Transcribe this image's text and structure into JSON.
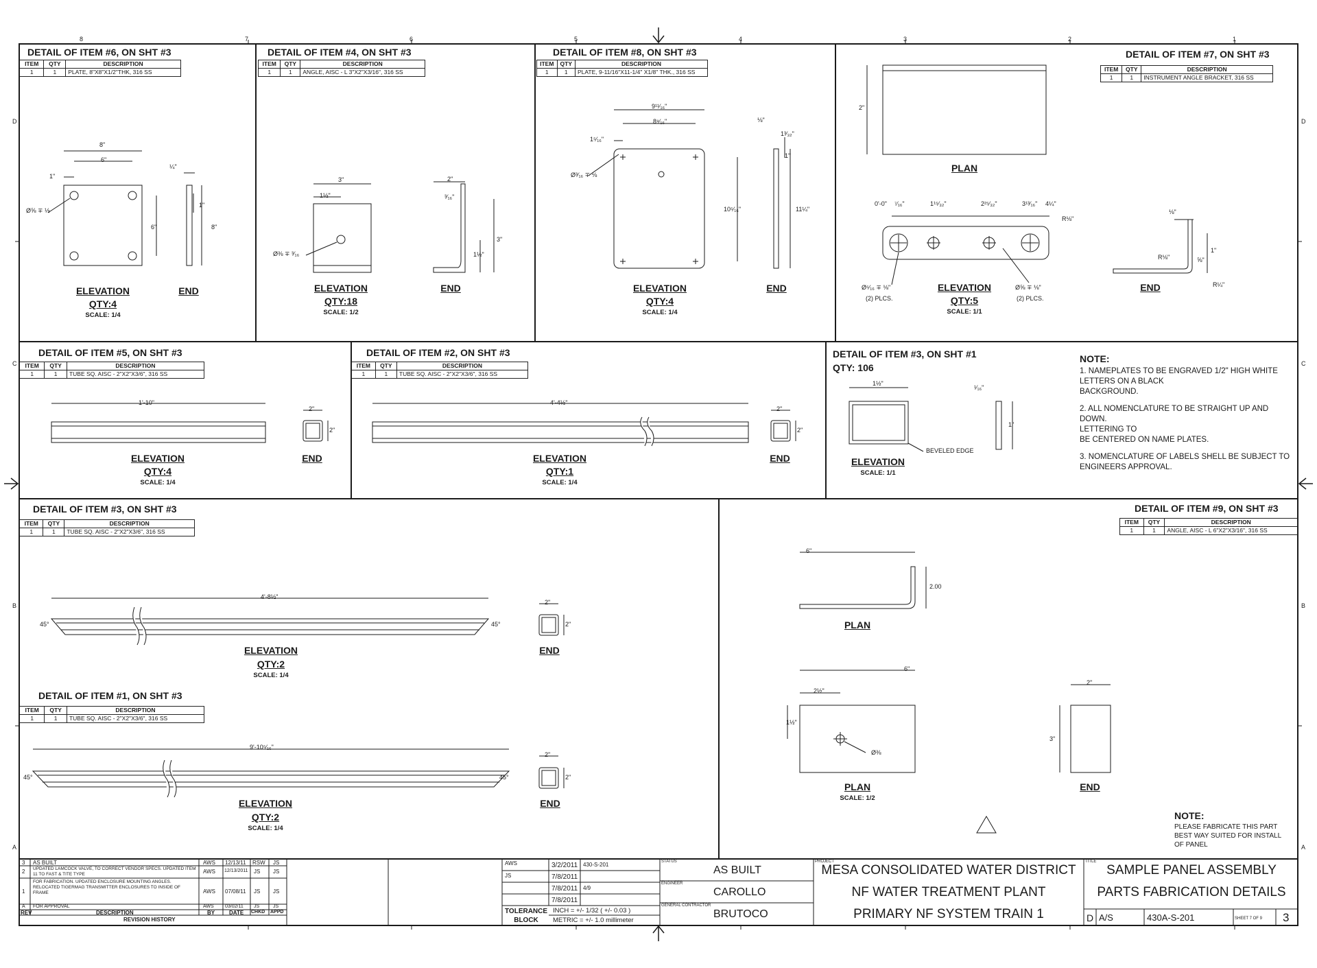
{
  "zone_marks": {
    "columns": [
      "8",
      "7",
      "6",
      "5",
      "4",
      "3",
      "2",
      "1"
    ],
    "rows": [
      "D",
      "C",
      "B",
      "A"
    ]
  },
  "table_headers": {
    "item": "ITEM",
    "qty": "QTY",
    "description": "DESCRIPTION"
  },
  "panels": {
    "item6": {
      "title": "DETAIL OF ITEM #6, ON SHT #3",
      "row": {
        "item": "1",
        "qty": "1",
        "description": "PLATE, 8\"X8\"X1/2\"THK, 316 SS"
      },
      "elevation": "ELEVATION",
      "qty": "QTY:4",
      "scale": "SCALE: 1/4",
      "end": "END",
      "dims": {
        "w8": "8\"",
        "w6": "6\"",
        "d1": "1\"",
        "hole": "Ø⅝ ∓ ½",
        "h6": "6\"",
        "h8": "8\"",
        "t": "¼\"",
        "e1": "1\""
      }
    },
    "item4": {
      "title": "DETAIL OF ITEM #4, ON SHT #3",
      "row": {
        "item": "1",
        "qty": "1",
        "description": "ANGLE, AISC - L 3\"X2\"X3/16\", 316 SS"
      },
      "elevation": "ELEVATION",
      "qty": "QTY:18",
      "scale": "SCALE: 1/2",
      "end": "END",
      "dims": {
        "w3": "3\"",
        "w15": "1½\"",
        "hole": "Ø⅜ ∓ ³⁄₁₆",
        "e2": "2\"",
        "t": "³⁄₁₆\"",
        "e3": "3\"",
        "e15": "1½\""
      }
    },
    "item8": {
      "title": "DETAIL OF ITEM #8, ON SHT #3",
      "row": {
        "item": "1",
        "qty": "1",
        "description": "PLATE, 9-11/16\"X11-1/4\" X1/8\" THK., 316 SS"
      },
      "elevation": "ELEVATION",
      "qty": "QTY:4",
      "scale": "SCALE: 1/4",
      "end": "END",
      "dims": {
        "w1": "9¹¹⁄₁₆\"",
        "w2": "8⁹⁄₁₆\"",
        "d1": "1⁵⁄₁₆\"",
        "hole": "Ø³⁄₁₆ ∓ ⅛",
        "h1": "10⁵⁄₁₆\"",
        "t": "⅛\"",
        "e1": "1³⁄₃₂\"",
        "e2": "1\"",
        "h2": "11¼\""
      }
    },
    "item7": {
      "title": "DETAIL OF ITEM #7, ON SHT #3",
      "row": {
        "item": "1",
        "qty": "1",
        "description": "INSTRUMENT ANGLE BRACKET, 316 SS"
      },
      "plan": "PLAN",
      "elevation": "ELEVATION",
      "qty": "QTY:5",
      "scale": "SCALE: 1/1",
      "end": "END",
      "dims": {
        "h2": "2\"",
        "d0": "0'-0\"",
        "d1": "⁷⁄₁₆\"",
        "d2": "1¹⁵⁄₃₂\"",
        "d3": "2²⁵⁄₃₂\"",
        "d4": "3¹³⁄₁₆\"",
        "d5": "4¼\"",
        "r1": "R⅛\"",
        "hole1": "Ø⁵⁄₁₆ ∓ ⅛\"",
        "plcs": "(2) PLCS.",
        "hole2": "Ø⅝ ∓ ⅛\"",
        "plcs2": "(2) PLCS.",
        "e1": "⅛\"",
        "e2": "1\"",
        "e3": "⅝\"",
        "r2": "R⅛\"",
        "r3": "R¼\""
      }
    },
    "item5": {
      "title": "DETAIL OF ITEM #5, ON SHT #3",
      "row": {
        "item": "1",
        "qty": "1",
        "description": "TUBE SQ. AISC - 2\"X2\"X3/6\", 316 SS"
      },
      "elevation": "ELEVATION",
      "qty": "QTY:4",
      "scale": "SCALE: 1/4",
      "end": "END",
      "dims": {
        "len": "1'-10\"",
        "w": "2\"",
        "h": "2\""
      }
    },
    "item2": {
      "title": "DETAIL OF ITEM #2, ON SHT #3",
      "row": {
        "item": "1",
        "qty": "1",
        "description": "TUBE SQ. AISC - 2\"X2\"X3/6\", 316 SS"
      },
      "elevation": "ELEVATION",
      "qty": "QTY:1",
      "scale": "SCALE: 1/4",
      "end": "END",
      "dims": {
        "len": "4'-4½\"",
        "w": "2\"",
        "h": "2\""
      }
    },
    "item3a": {
      "title": "DETAIL OF ITEM #3, ON SHT #1",
      "qty_line": "QTY: 106",
      "elevation": "ELEVATION",
      "scale": "SCALE: 1/1",
      "dims": {
        "w": "1½\"",
        "t": "¹⁄₁₆\"",
        "h": "1\"",
        "bevel": "BEVELED EDGE"
      }
    },
    "notes": {
      "heading": "NOTE:",
      "lines": [
        "1. NAMEPLATES TO BE ENGRAVED 1/2\" HIGH WHITE",
        "LETTERS ON A BLACK",
        "BACKGROUND.",
        "",
        "2. ALL NOMENCLATURE TO BE STRAIGHT UP AND DOWN.",
        "LETTERING TO",
        "BE CENTERED ON NAME PLATES.",
        "",
        "3. NOMENCLATURE OF LABELS SHELL BE SUBJECT TO",
        "ENGINEERS APPROVAL."
      ]
    },
    "item3b": {
      "title": "DETAIL OF ITEM #3, ON SHT #3",
      "row": {
        "item": "1",
        "qty": "1",
        "description": "TUBE SQ. AISC - 2\"X2\"X3/6\", 316 SS"
      },
      "elevation": "ELEVATION",
      "qty": "QTY:2",
      "scale": "SCALE: 1/4",
      "end": "END",
      "dims": {
        "len": "4'-8½\"",
        "a1": "45°",
        "a2": "45°",
        "w": "2\"",
        "h": "2\""
      }
    },
    "item1": {
      "title": "DETAIL OF ITEM #1, ON SHT #3",
      "row": {
        "item": "1",
        "qty": "1",
        "description": "TUBE SQ. AISC - 2\"X2\"X3/6\", 316 SS"
      },
      "elevation": "ELEVATION",
      "qty": "QTY:2",
      "scale": "SCALE: 1/4",
      "end": "END",
      "dims": {
        "len": "9'-10⁵⁄₁₆\"",
        "a1": "45°",
        "a2": "45°",
        "w": "2\"",
        "h": "2\""
      }
    },
    "item9": {
      "title": "DETAIL OF ITEM #9, ON SHT #3",
      "row": {
        "item": "1",
        "qty": "1",
        "description": "ANGLE, AISC - L 6\"X2\"X3/16\", 316 SS"
      },
      "plan1": "PLAN",
      "plan2": "PLAN",
      "scale": "SCALE: 1/2",
      "end": "END",
      "dims": {
        "w6": "6\"",
        "h200": "2.00",
        "w6b": "6\"",
        "d25": "2½\"",
        "d15": "1½\"",
        "hole": "Ø⅜",
        "h3": "3\"",
        "w2": "2\""
      },
      "note_heading": "NOTE:",
      "note_lines": [
        "PLEASE FABRICATE THIS PART",
        "BEST WAY SUITED FOR INSTALL",
        "OF PANEL"
      ]
    }
  },
  "revisions": {
    "rows": [
      {
        "rev": "3",
        "desc": "AS BUILT",
        "by": "AWS",
        "date": "12/13/11",
        "chkd": "RSW",
        "appd": "JS"
      },
      {
        "rev": "2",
        "desc": "UPDATED LAMCOCK VALVE, TO CORRECT VENDOR SPECS. UPDATED ITEM 11 TO FAST & TITE TYPE",
        "by": "AWS",
        "date": "12/13/2011",
        "chkd": "JS",
        "appd": "JS"
      },
      {
        "rev": "1",
        "desc": "FOR FABRICATION. UPDATED ENCLOSURE MOUNTING ANGLES. RELOCATED TIGERMAG TRANSMITTER ENCLOSURES TO INSIDE OF FRAME",
        "by": "AWS",
        "date": "07/08/11",
        "chkd": "JS",
        "appd": "JS"
      },
      {
        "rev": "A",
        "desc": "FOR APPROVAL",
        "by": "AWS",
        "date": "03/02/11",
        "chkd": "JS",
        "appd": "JS"
      }
    ],
    "headers": {
      "rev": "REV",
      "desc": "DESCRIPTION",
      "by": "BY",
      "date": "DATE",
      "chkd": "CHKD",
      "appd": "APPD"
    },
    "caption": "REVISION HISTORY"
  },
  "title_block": {
    "dates": [
      "3/2/2011",
      "7/8/2011",
      "7/8/2011",
      "7/8/2011"
    ],
    "drawn_by": "AWS",
    "checked": "JS",
    "dwg_no": "430-S-201",
    "sheet_no": "4/9",
    "tolerance_label": "TOLERANCE BLOCK",
    "tol_inch": "INCH = +/- 1/32 ( +/- 0.03 )",
    "tol_metric": "METRIC = +/- 1.0 millimeter",
    "status_label": "STATUS",
    "status": "AS BUILT",
    "engineer_label": "ENGINEER",
    "engineer": "CAROLLO",
    "contractor_label": "GENERAL CONTRACTOR",
    "contractor": "BRUTOCO",
    "project_label": "PROJECT",
    "project_lines": [
      "MESA CONSOLIDATED WATER DISTRICT",
      "NF WATER TREATMENT PLANT",
      "PRIMARY NF SYSTEM TRAIN 1"
    ],
    "title_label": "TITLE",
    "title_lines": [
      "SAMPLE PANEL ASSEMBLY",
      "PARTS FABRICATION DETAILS"
    ],
    "size": "D",
    "scale": "A/S",
    "dwg_full": "430A-S-201",
    "sheet_of": "SHEET 7 OF 9",
    "rev": "3"
  }
}
